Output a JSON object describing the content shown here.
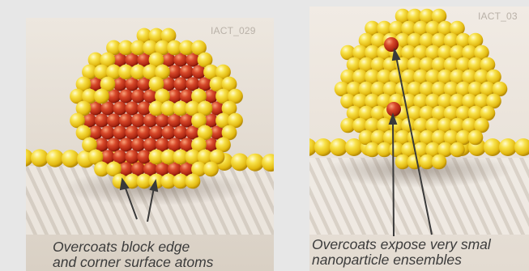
{
  "panels": [
    {
      "id_label": "IACT_029",
      "caption_lines": [
        "Overcoats block edge",
        "and corner surface atoms"
      ]
    },
    {
      "id_label": "IACT_03",
      "caption_lines": [
        "Overcoats expose very smal",
        "nanoparticle ensembles"
      ]
    }
  ],
  "colors": {
    "overcoat_gold": "#f2d21e",
    "particle_red": "#c8321a",
    "background_left": "#ddd4c8",
    "background_right": "#ebe3da",
    "support_stripes": "#cfc7bd",
    "arrow": "#3a3a3a"
  }
}
